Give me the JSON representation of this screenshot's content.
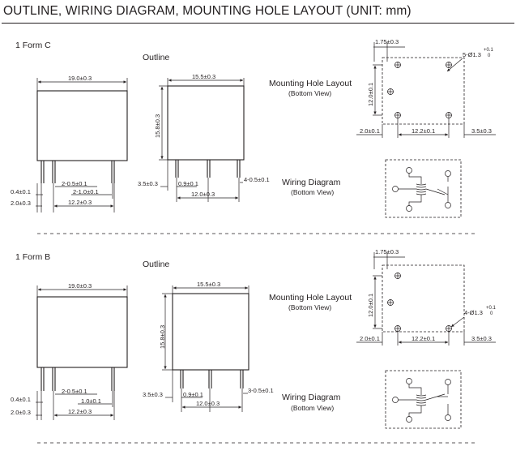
{
  "title": "OUTLINE, WIRING DIAGRAM, MOUNTING HOLE LAYOUT (UNIT: mm)",
  "section_c": {
    "name": "1 Form C",
    "outline": "Outline",
    "mhl": "Mounting Hole Layout",
    "mhl_sub": "(Bottom View)",
    "wd": "Wiring Diagram",
    "wd_sub": "(Bottom View)",
    "d_w": "19.0±0.3",
    "d_0_4": "0.4±0.1",
    "d_2_0": "2.0±0.3",
    "d_2_05": "2-0.5±0.1",
    "d_2_10": "2-1.0±0.1",
    "d_12_2": "12.2±0.3",
    "d_15_5": "15.5±0.3",
    "d_15_8": "15.8±0.3",
    "d_3_5": "3.5±0.3",
    "d_0_9": "0.9±0.1",
    "d_4_05": "4-0.5±0.1",
    "d_12_0": "12.0±0.3",
    "h_1_75": "1.75±0.3",
    "h_holes": "5-Ø1.3",
    "h_tol_up": "+0.1",
    "h_tol_dn": "0",
    "h_12_0": "12.0±0.1",
    "h_2_0": "2.0±0.1",
    "h_12_2": "12.2±0.1",
    "h_3_5": "3.5±0.3"
  },
  "section_b": {
    "name": "1 Form B",
    "outline": "Outline",
    "mhl": "Mounting Hole Layout",
    "mhl_sub": "(Bottom View)",
    "wd": "Wiring Diagram",
    "wd_sub": "(Bottom View)",
    "d_w": "19.0±0.3",
    "d_0_4": "0.4±0.1",
    "d_2_0": "2.0±0.3",
    "d_2_05": "2-0.5±0.1",
    "d_1_0": "1.0±0.1",
    "d_12_2": "12.2±0.3",
    "d_15_5": "15.5±0.3",
    "d_15_8": "15.8±0.3",
    "d_3_5": "3.5±0.3",
    "d_0_9": "0.9±0.1",
    "d_3_05": "3-0.5±0.1",
    "d_12_0": "12.0±0.3",
    "h_1_75": "1.75±0.3",
    "h_holes": "4-Ø1.3",
    "h_tol_up": "+0.1",
    "h_tol_dn": "0",
    "h_12_0": "12.0±0.1",
    "h_2_0": "2.0±0.1",
    "h_12_2": "12.2±0.1",
    "h_3_5": "3.5±0.3"
  }
}
